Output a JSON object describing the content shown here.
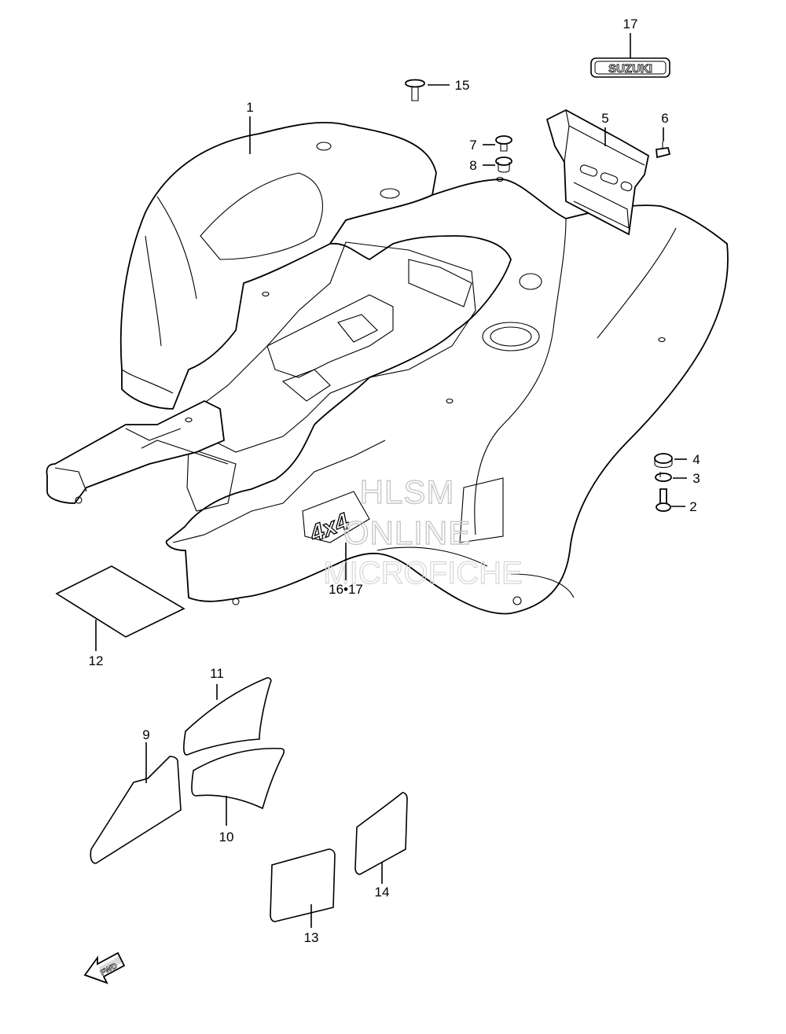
{
  "labels": {
    "p1": "1",
    "p2": "2",
    "p3": "3",
    "p4": "4",
    "p5": "5",
    "p6": "6",
    "p7": "7",
    "p8": "8",
    "p9": "9",
    "p10": "10",
    "p11": "11",
    "p12": "12",
    "p13": "13",
    "p14": "14",
    "p15": "15",
    "p16_17": "16•17",
    "p17": "17"
  },
  "emblem_text": "SUZUKI",
  "decal_model_text": "4x4",
  "watermark": {
    "line1": "HLSM",
    "line2": "ONLINE",
    "line3": "MICROFICHE"
  },
  "fwd_arrow_text": "FWD"
}
